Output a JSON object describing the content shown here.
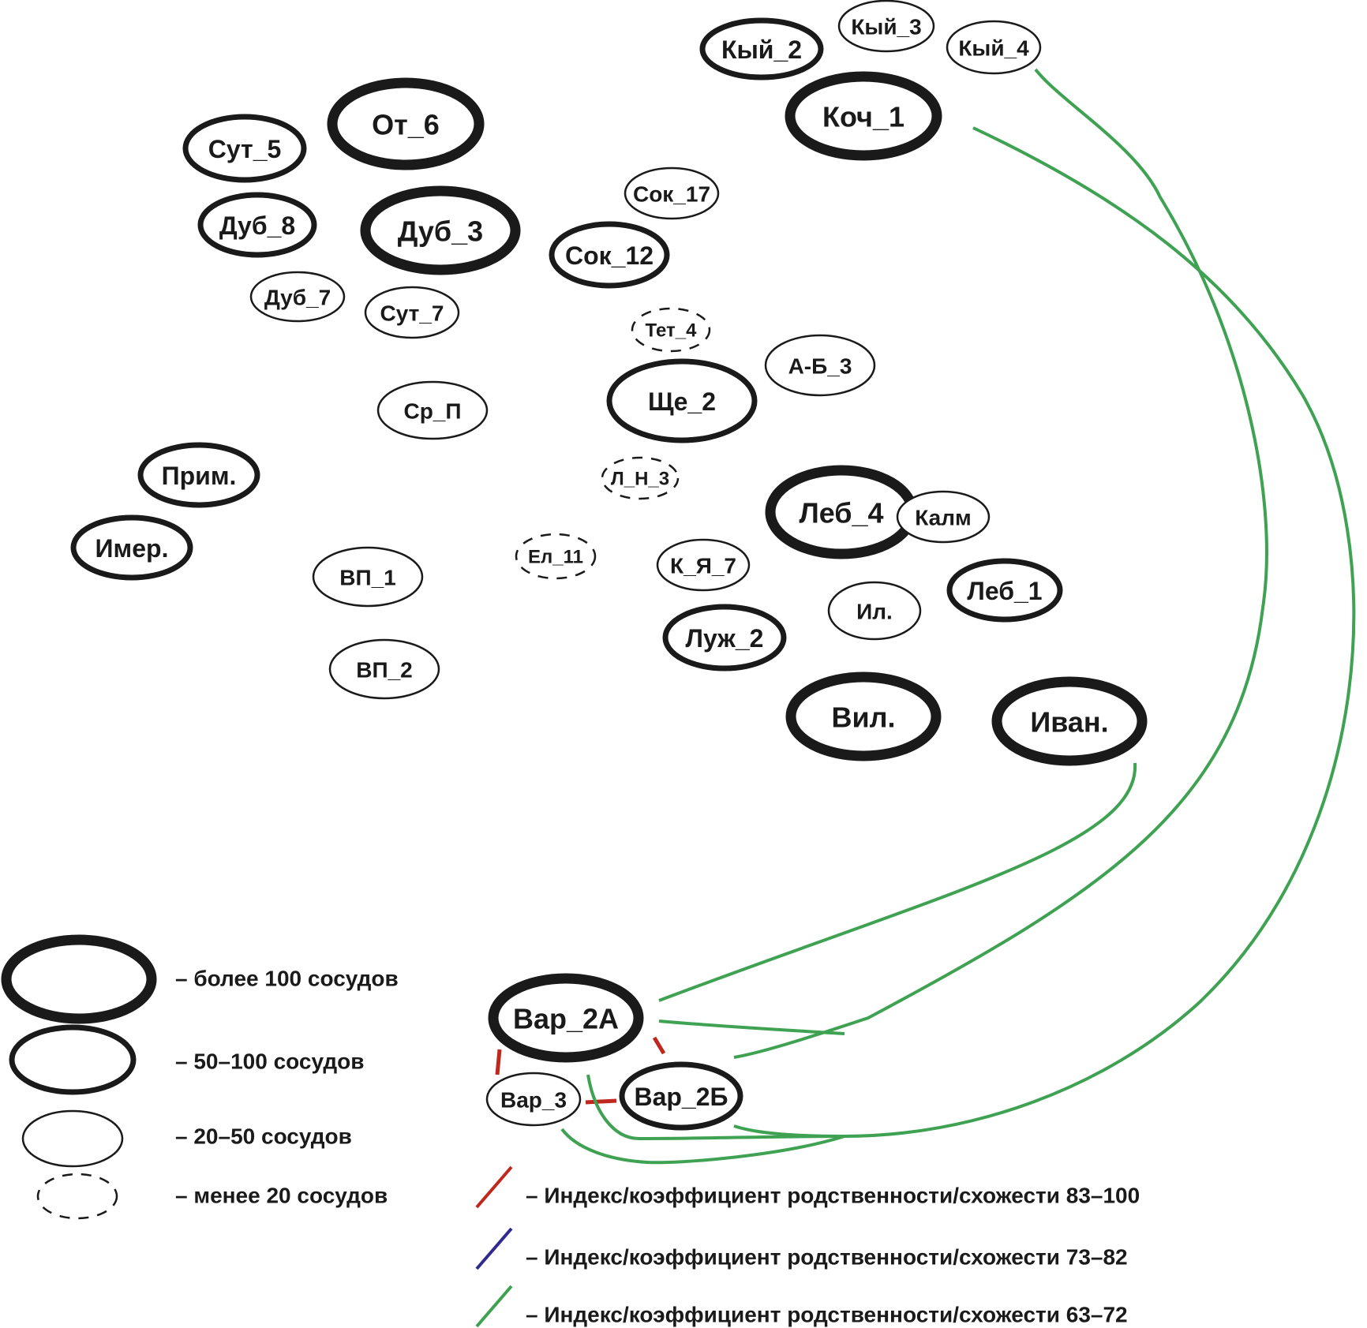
{
  "diagram": {
    "type": "similarity-network",
    "node_size_classes": {
      "xl": "более 100 сосудов",
      "l": "50–100 сосудов",
      "m": "20–50 сосудов",
      "s": "менее 20 сосудов"
    },
    "nodes": [
      {
        "id": "kyi2",
        "label": "Кый_2",
        "size_class": "l"
      },
      {
        "id": "kyi3",
        "label": "Кый_3",
        "size_class": "m"
      },
      {
        "id": "kyi4",
        "label": "Кый_4",
        "size_class": "m"
      },
      {
        "id": "koch1",
        "label": "Коч_1",
        "size_class": "xl"
      },
      {
        "id": "sut5",
        "label": "Сут_5",
        "size_class": "l"
      },
      {
        "id": "ot6",
        "label": "От_6",
        "size_class": "xl"
      },
      {
        "id": "dub8",
        "label": "Дуб_8",
        "size_class": "l"
      },
      {
        "id": "dub3",
        "label": "Дуб_3",
        "size_class": "xl"
      },
      {
        "id": "dub7",
        "label": "Дуб_7",
        "size_class": "m"
      },
      {
        "id": "sut7",
        "label": "Сут_7",
        "size_class": "m"
      },
      {
        "id": "sok17",
        "label": "Сок_17",
        "size_class": "m"
      },
      {
        "id": "sok12",
        "label": "Сок_12",
        "size_class": "l"
      },
      {
        "id": "tet4",
        "label": "Тет_4",
        "size_class": "s"
      },
      {
        "id": "ab3",
        "label": "А-Б_3",
        "size_class": "m"
      },
      {
        "id": "she2",
        "label": "Ще_2",
        "size_class": "l"
      },
      {
        "id": "srp",
        "label": "Ср_П",
        "size_class": "m"
      },
      {
        "id": "ln3",
        "label": "Л_Н_3",
        "size_class": "s"
      },
      {
        "id": "prim",
        "label": "Прим.",
        "size_class": "l"
      },
      {
        "id": "imer",
        "label": "Имер.",
        "size_class": "l"
      },
      {
        "id": "leb4",
        "label": "Леб_4",
        "size_class": "xl"
      },
      {
        "id": "kalm",
        "label": "Калм",
        "size_class": "m"
      },
      {
        "id": "el11",
        "label": "Ел_11",
        "size_class": "s"
      },
      {
        "id": "vp1",
        "label": "ВП_1",
        "size_class": "m"
      },
      {
        "id": "kya7",
        "label": "К_Я_7",
        "size_class": "m"
      },
      {
        "id": "leb1",
        "label": "Леб_1",
        "size_class": "l"
      },
      {
        "id": "il",
        "label": "Ил.",
        "size_class": "m"
      },
      {
        "id": "luzh2",
        "label": "Луж_2",
        "size_class": "l"
      },
      {
        "id": "vp2",
        "label": "ВП_2",
        "size_class": "m"
      },
      {
        "id": "vil",
        "label": "Вил.",
        "size_class": "xl"
      },
      {
        "id": "ivan",
        "label": "Иван.",
        "size_class": "xl"
      },
      {
        "id": "var2a",
        "label": "Вар_2А",
        "size_class": "xl"
      },
      {
        "id": "var2b",
        "label": "Вар_2Б",
        "size_class": "l"
      },
      {
        "id": "var3",
        "label": "Вар_3",
        "size_class": "m"
      }
    ],
    "edge_classes": {
      "red": {
        "color": "#c0271d",
        "label": "Индекс/коэффициент родственности/схожести 83–100"
      },
      "blue": {
        "color": "#2e2a8f",
        "label": "Индекс/коэффициент родственности/схожести 73–82"
      },
      "green": {
        "color": "#3fa252",
        "label": "Индекс/коэффициент родственности/схожести 63–72"
      }
    },
    "edges": [
      {
        "from": "var2a",
        "to": "var2b",
        "class": "red"
      },
      {
        "from": "var2a",
        "to": "var3",
        "class": "red"
      },
      {
        "from": "var3",
        "to": "var2b",
        "class": "red"
      },
      {
        "from": "ivan",
        "to": "var2a",
        "class": "green"
      },
      {
        "from": "koch1",
        "to": "var2b",
        "class": "green"
      },
      {
        "from": "koch1",
        "to": "var3",
        "class": "green"
      },
      {
        "from": "koch1",
        "to": "var2a",
        "class": "green"
      },
      {
        "from": "kyi4",
        "to": "var2a",
        "class": "green"
      },
      {
        "from": "kyi4",
        "to": "var2b",
        "class": "green"
      }
    ]
  },
  "legend": {
    "sizes": [
      {
        "size_class": "xl",
        "text": "– более 100 сосудов"
      },
      {
        "size_class": "l",
        "text": "– 50–100 сосудов"
      },
      {
        "size_class": "m",
        "text": "– 20–50 сосудов"
      },
      {
        "size_class": "s",
        "text": "– менее 20 сосудов"
      }
    ],
    "edges": [
      {
        "class": "red",
        "text": "– Индекс/коэффициент родственности/схожести 83–100"
      },
      {
        "class": "blue",
        "text": "– Индекс/коэффициент родственности/схожести 73–82"
      },
      {
        "class": "green",
        "text": "– Индекс/коэффициент родственности/схожести 63–72"
      }
    ]
  }
}
